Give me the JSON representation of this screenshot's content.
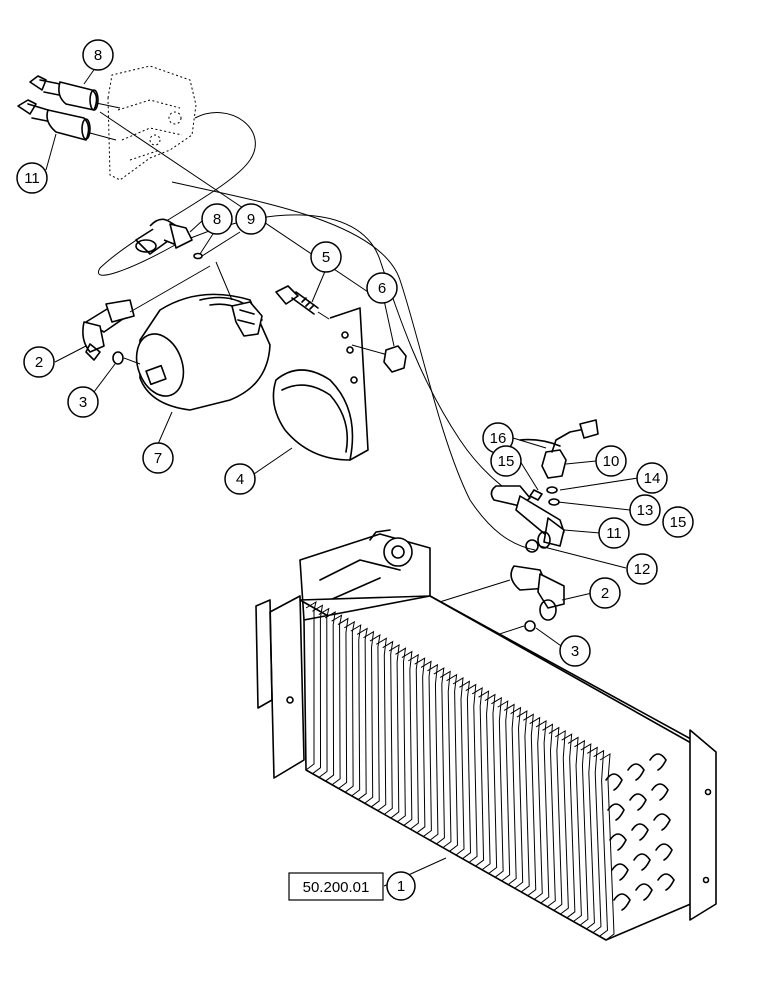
{
  "diagram": {
    "callouts": [
      {
        "id": "c8a",
        "label": "8"
      },
      {
        "id": "c11a",
        "label": "11"
      },
      {
        "id": "c8b",
        "label": "8"
      },
      {
        "id": "c9",
        "label": "9"
      },
      {
        "id": "c5",
        "label": "5"
      },
      {
        "id": "c6",
        "label": "6"
      },
      {
        "id": "c2a",
        "label": "2"
      },
      {
        "id": "c3a",
        "label": "3"
      },
      {
        "id": "c7",
        "label": "7"
      },
      {
        "id": "c4",
        "label": "4"
      },
      {
        "id": "c16",
        "label": "16"
      },
      {
        "id": "c15a",
        "label": "15"
      },
      {
        "id": "c10",
        "label": "10"
      },
      {
        "id": "c14",
        "label": "14"
      },
      {
        "id": "c13",
        "label": "13"
      },
      {
        "id": "c15b",
        "label": "15"
      },
      {
        "id": "c11b",
        "label": "11"
      },
      {
        "id": "c12",
        "label": "12"
      },
      {
        "id": "c2b",
        "label": "2"
      },
      {
        "id": "c3b",
        "label": "3"
      },
      {
        "id": "c1",
        "label": "1"
      }
    ],
    "reference_box": {
      "label": "50.200.01"
    }
  }
}
